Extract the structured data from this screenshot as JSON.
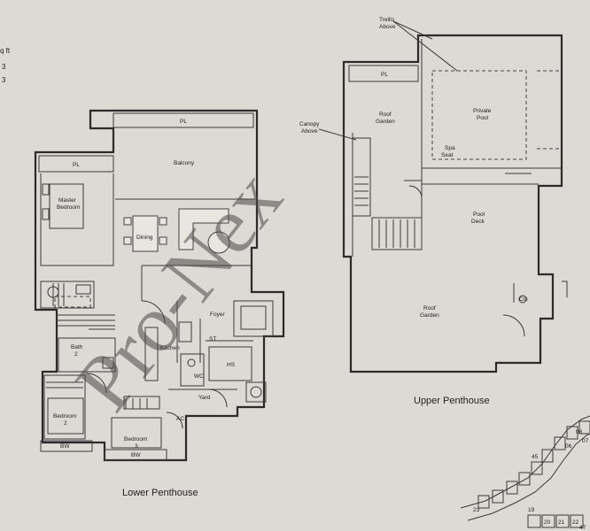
{
  "corner_text": [
    "q ft",
    "3",
    "3"
  ],
  "watermark": "Pro-Nex",
  "lower": {
    "title": "Lower Penthouse",
    "rooms": {
      "pl_top": "PL",
      "pl_left": "PL",
      "balcony": "Balcony",
      "master": [
        "Master",
        "Bedroom"
      ],
      "dining": "Dining",
      "foyer": "Foyer",
      "bath2": [
        "Bath",
        "2"
      ],
      "kitchen": "Kitchen",
      "st": "ST",
      "hs": "HS",
      "wc": "WC",
      "bedroom2": [
        "Bedroom",
        "2"
      ],
      "bedroom3": [
        "Bedroom",
        "3"
      ],
      "ac": "AC",
      "yard": "Yard",
      "bw1": "BW",
      "bw2": "BW"
    }
  },
  "upper": {
    "title": "Upper Penthouse",
    "rooms": {
      "trellis": [
        "Trellis",
        "Above"
      ],
      "pl": "PL",
      "canopy": [
        "Canopy",
        "Above"
      ],
      "roof_garden": [
        "Roof",
        "Garden"
      ],
      "private_pool": [
        "Private",
        "Pool"
      ],
      "spa_seat": [
        "Spa",
        "Seat"
      ],
      "pool_deck": [
        "Pool",
        "Deck"
      ],
      "roof_garden2": [
        "Roof",
        "Garden"
      ],
      "cg": "CG"
    }
  },
  "keyplan": {
    "numbers": [
      "45",
      "47",
      "08",
      "07",
      "06",
      "19",
      "20",
      "21",
      "22",
      "23"
    ]
  }
}
